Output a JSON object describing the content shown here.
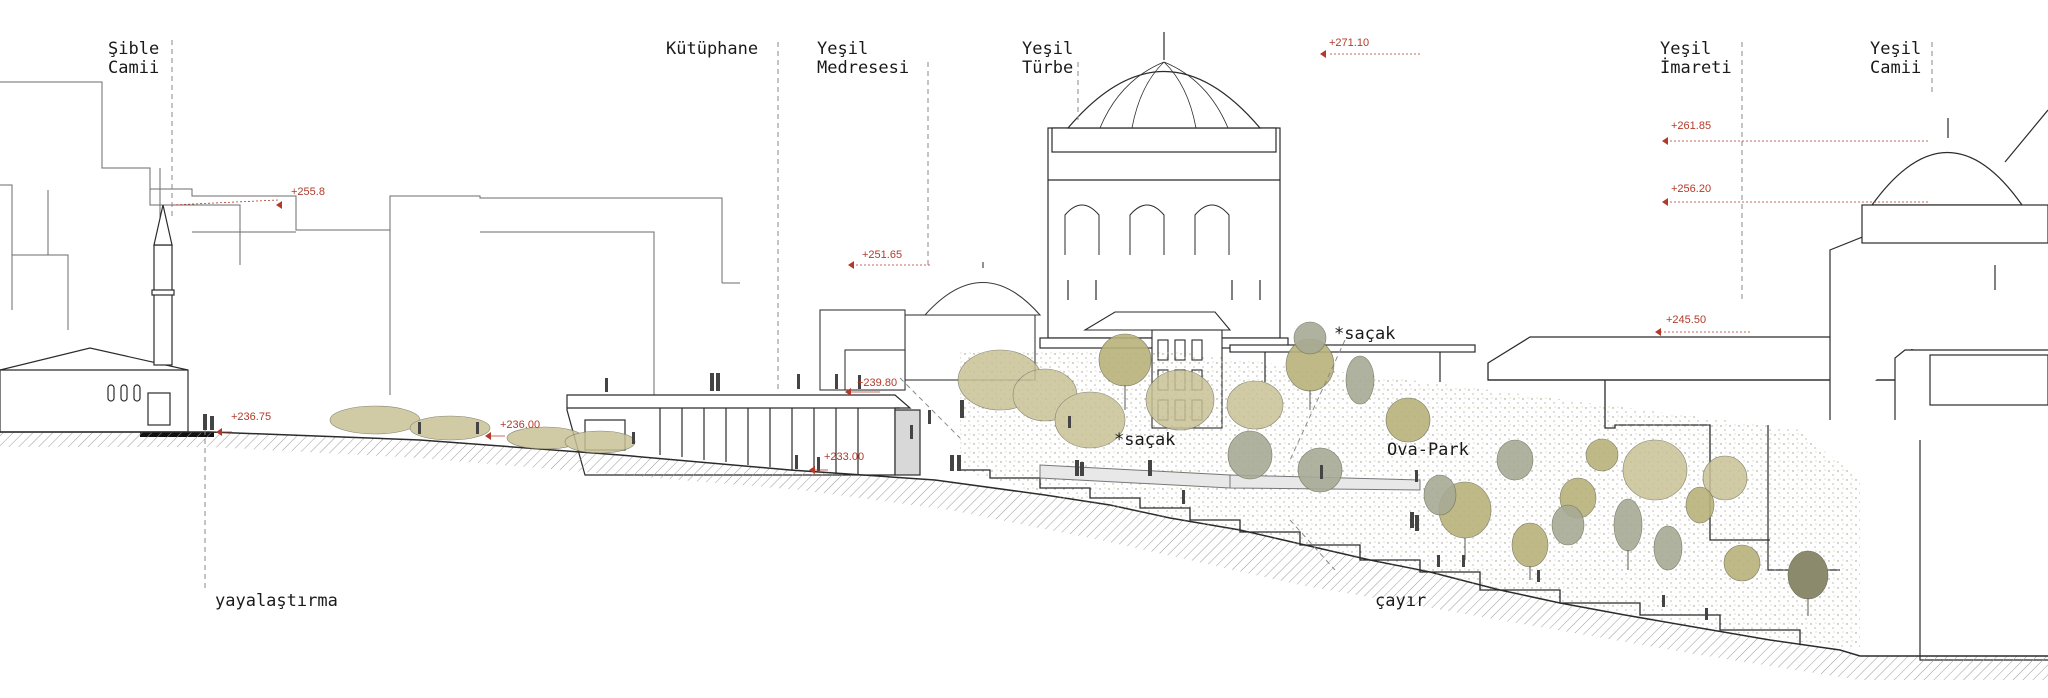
{
  "labels": {
    "sible_camii": "Şible\nCamii",
    "kutuphane": "Kütüphane",
    "yesil_medresesi": "Yeşil\nMedresesi",
    "yesil_turbe": "Yeşil\nTürbe",
    "yesil_imareti": "Yeşil\nİmareti",
    "yesil_camii": "Yeşil\nCamii",
    "sacak_upper": "*saçak",
    "sacak_lower": "*saçak",
    "ova_park": "Ova-Park",
    "yayalastirma": "yayalaştırma",
    "cayir": "çayır"
  },
  "elevations": {
    "e271_10": "+271.10",
    "e261_85": "+261.85",
    "e256_20": "+256.20",
    "e255_8": "+255.8",
    "e251_65": "+251.65",
    "e245_50": "+245.50",
    "e239_80": "+239.80",
    "e236_75": "+236.75",
    "e236_00": "+236.00",
    "e233_00": "+233.00"
  },
  "colors": {
    "line": "#2b2b2b",
    "elevation": "#b23a2a",
    "tree_olive": "#b8b27a",
    "tree_light": "#d6d0a4",
    "tree_grey": "#a7aa94",
    "ground_hatch": "#9a9a9a"
  }
}
